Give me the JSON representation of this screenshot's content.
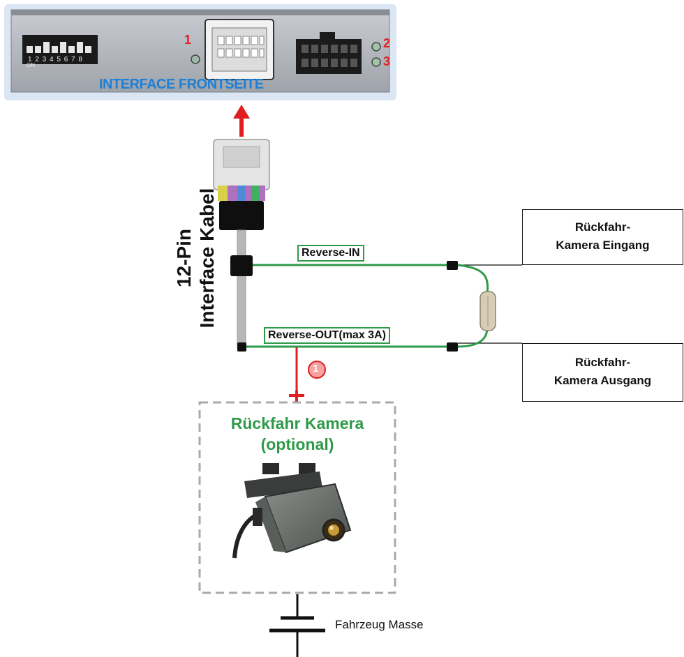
{
  "interface": {
    "caption": "INTERFACE FRONTSEITE",
    "dip_numbers": "1 2 3 4 5 6 7 8",
    "dip_on": "ON",
    "led_1": "1",
    "led_2": "2",
    "led_3": "3"
  },
  "cable": {
    "title_line1": "12-Pin",
    "title_line2": "Interface Kabel"
  },
  "wires": {
    "reverse_in": "Reverse-IN",
    "reverse_out": "Reverse-OUT(max 3A)",
    "marker": "1"
  },
  "boxes": {
    "camera_input_line1": "Rückfahr-",
    "camera_input_line2": "Kamera Eingang",
    "camera_output_line1": "Rückfahr-",
    "camera_output_line2": "Kamera Ausgang"
  },
  "camera": {
    "title_line1": "Rückfahr Kamera",
    "title_line2": "(optional)"
  },
  "ground": {
    "label": "Fahrzeug Masse"
  },
  "colors": {
    "wire_green": "#2e9a4a",
    "arrow_red": "#e02020",
    "caption_blue": "#1f7fd6"
  }
}
